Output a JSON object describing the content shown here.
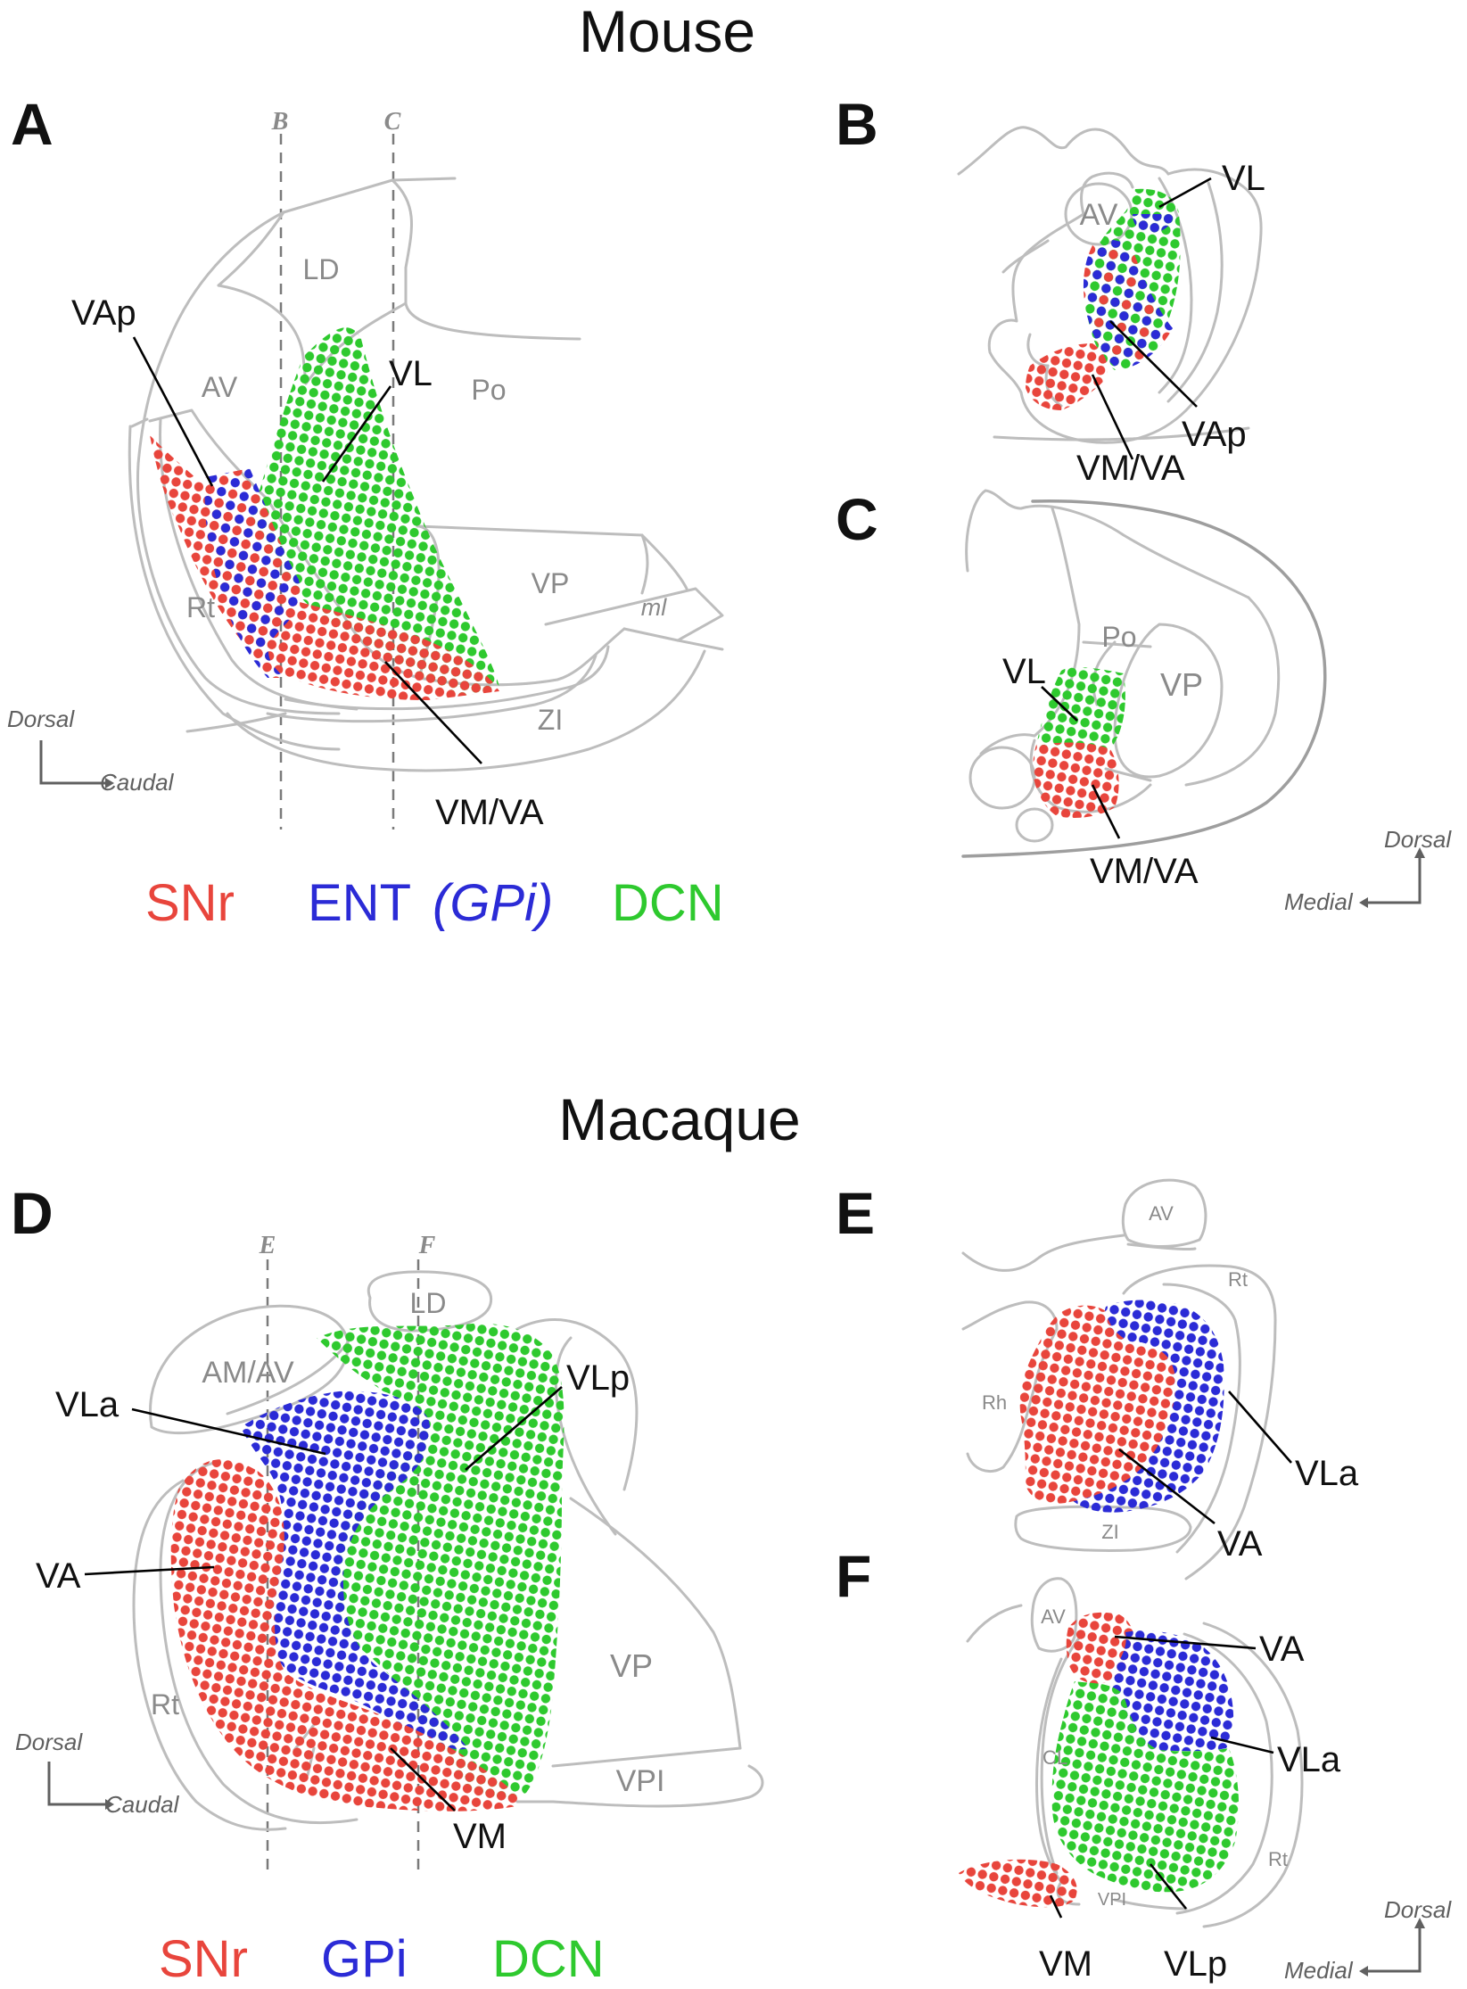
{
  "mouse": {
    "title": "Mouse",
    "panels": {
      "A": {
        "letter": "A",
        "cut_labels": [
          "B",
          "C"
        ],
        "regions": [
          "LD",
          "AV",
          "Po",
          "Rt",
          "VP",
          "ml",
          "ZI"
        ],
        "callouts": [
          "VAp",
          "VL",
          "VM/VA"
        ],
        "axis": {
          "vertical": "Dorsal",
          "horizontal": "Caudal"
        }
      },
      "B": {
        "letter": "B",
        "regions": [
          "AV"
        ],
        "callouts": [
          "VL",
          "VAp",
          "VM/VA"
        ]
      },
      "C": {
        "letter": "C",
        "regions": [
          "Po",
          "VP"
        ],
        "callouts": [
          "VL",
          "VM/VA"
        ],
        "axis": {
          "vertical": "Dorsal",
          "horizontal": "Medial"
        }
      }
    },
    "legend": [
      {
        "text": "SNr",
        "color": "#e8453c"
      },
      {
        "text": "ENT",
        "color": "#2b2bd6"
      },
      {
        "text": "(GPi)",
        "color": "#2b2bd6"
      },
      {
        "text": "DCN",
        "color": "#2ec92e"
      }
    ]
  },
  "macaque": {
    "title": "Macaque",
    "panels": {
      "D": {
        "letter": "D",
        "cut_labels": [
          "E",
          "F"
        ],
        "regions": [
          "LD",
          "AM/AV",
          "Rt",
          "VP",
          "VPI"
        ],
        "callouts": [
          "VLa",
          "VLp",
          "VA",
          "VM"
        ],
        "axis": {
          "vertical": "Dorsal",
          "horizontal": "Caudal"
        }
      },
      "E": {
        "letter": "E",
        "regions": [
          "AV",
          "Rt",
          "Rh",
          "ZI"
        ],
        "callouts": [
          "VLa",
          "VA"
        ]
      },
      "F": {
        "letter": "F",
        "regions": [
          "AV",
          "CL",
          "Rt",
          "VPI"
        ],
        "callouts": [
          "VA",
          "VLa",
          "VLp",
          "VM"
        ],
        "axis": {
          "vertical": "Dorsal",
          "horizontal": "Medial"
        }
      }
    },
    "legend": [
      {
        "text": "SNr",
        "color": "#e8453c"
      },
      {
        "text": "GPi",
        "color": "#2b2bd6"
      },
      {
        "text": "DCN",
        "color": "#2ec92e"
      }
    ]
  },
  "colors": {
    "snr": "#e8453c",
    "gpi": "#2b2bd6",
    "dcn": "#2ec92e",
    "outline": "#bdbdbd",
    "label_gray": "#8a8a8a"
  }
}
